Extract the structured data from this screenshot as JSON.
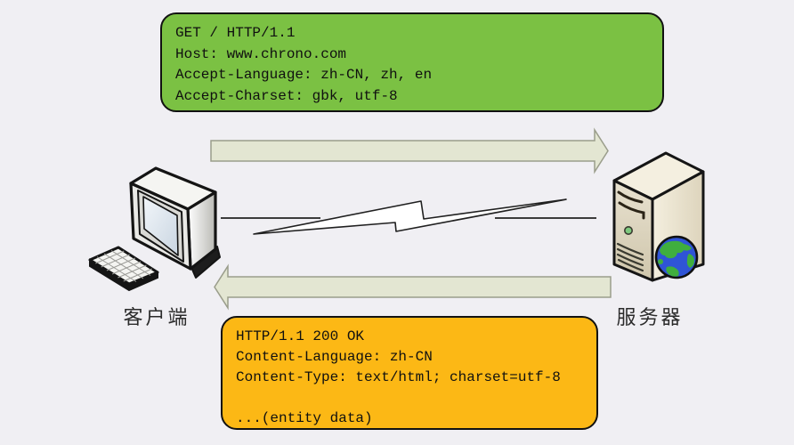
{
  "canvas": {
    "background_color": "#f0eff3",
    "description": "HTTP request/response exchange between client and server"
  },
  "request_box": {
    "color": "#7bc143",
    "lines": [
      "GET / HTTP/1.1",
      "Host: www.chrono.com",
      "Accept-Language: zh-CN, zh, en",
      "Accept-Charset: gbk, utf-8"
    ]
  },
  "response_box": {
    "color": "#fcb815",
    "lines": [
      "HTTP/1.1 200 OK",
      "Content-Language: zh-CN",
      "Content-Type: text/html; charset=utf-8",
      "",
      "...(entity data)"
    ]
  },
  "labels": {
    "client": "客户端",
    "server": "服务器"
  },
  "icons": {
    "client": "client-computer-icon",
    "server": "server-tower-icon",
    "globe": "globe-icon",
    "network": "lightning-bolt-icon",
    "request": "request-arrow-icon",
    "response": "response-arrow-icon"
  },
  "arrows": {
    "fill_color": "#e3e6d2",
    "request_direction": "right",
    "response_direction": "left"
  }
}
